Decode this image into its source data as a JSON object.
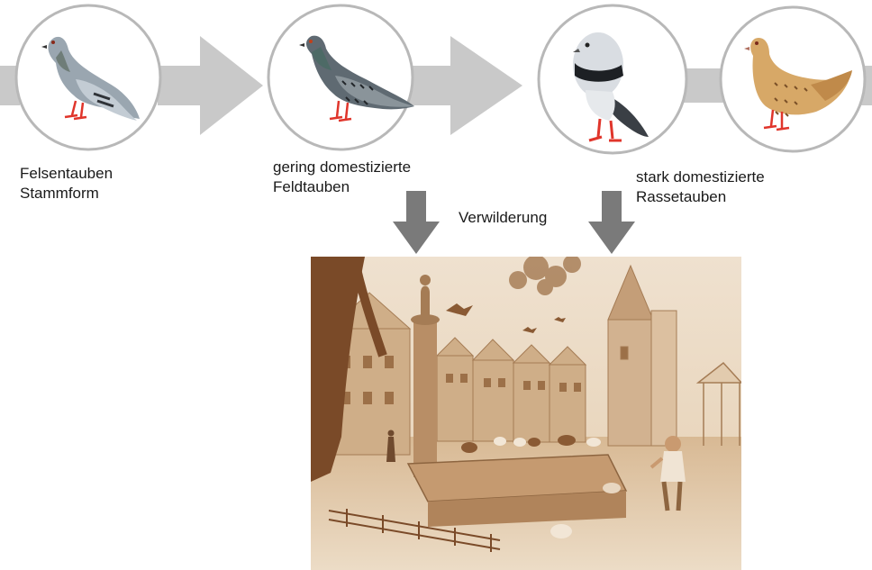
{
  "stages": [
    {
      "id": "felsentauben",
      "lines": [
        "Felsentauben",
        "Stammform"
      ],
      "bird_colors": {
        "body": "#9aa6b0",
        "wing": "#c3ccd4",
        "neck": "#6f7d78",
        "bar": "#2f3338"
      }
    },
    {
      "id": "feldtauben",
      "lines": [
        "gering domestizierte",
        "Feldtauben"
      ],
      "bird_colors": {
        "body": "#5f6a72",
        "wing": "#8a949a",
        "neck": "#4d6a66",
        "bar": "#22262a"
      }
    },
    {
      "id": "rassetauben",
      "lines": [
        "stark domestizierte",
        "Rassetauben"
      ],
      "bird_colors": {
        "pouter": "#d9dde2",
        "pouter_band": "#1d2024",
        "ornate_body": "#d7a867",
        "ornate_spots": "#7a5028"
      }
    }
  ],
  "feral_label": "Verwilderung",
  "scene_image": "sepia illustration of a town square with a fountain, pigeons and a child",
  "colors": {
    "flow_arrow": "#c9c9c9",
    "down_arrow": "#7a7a7a",
    "circle_border": "#b8b8b8",
    "sepia_light": "#ead7bf",
    "sepia_dark": "#7a4a28",
    "leg_red": "#e0352b"
  }
}
